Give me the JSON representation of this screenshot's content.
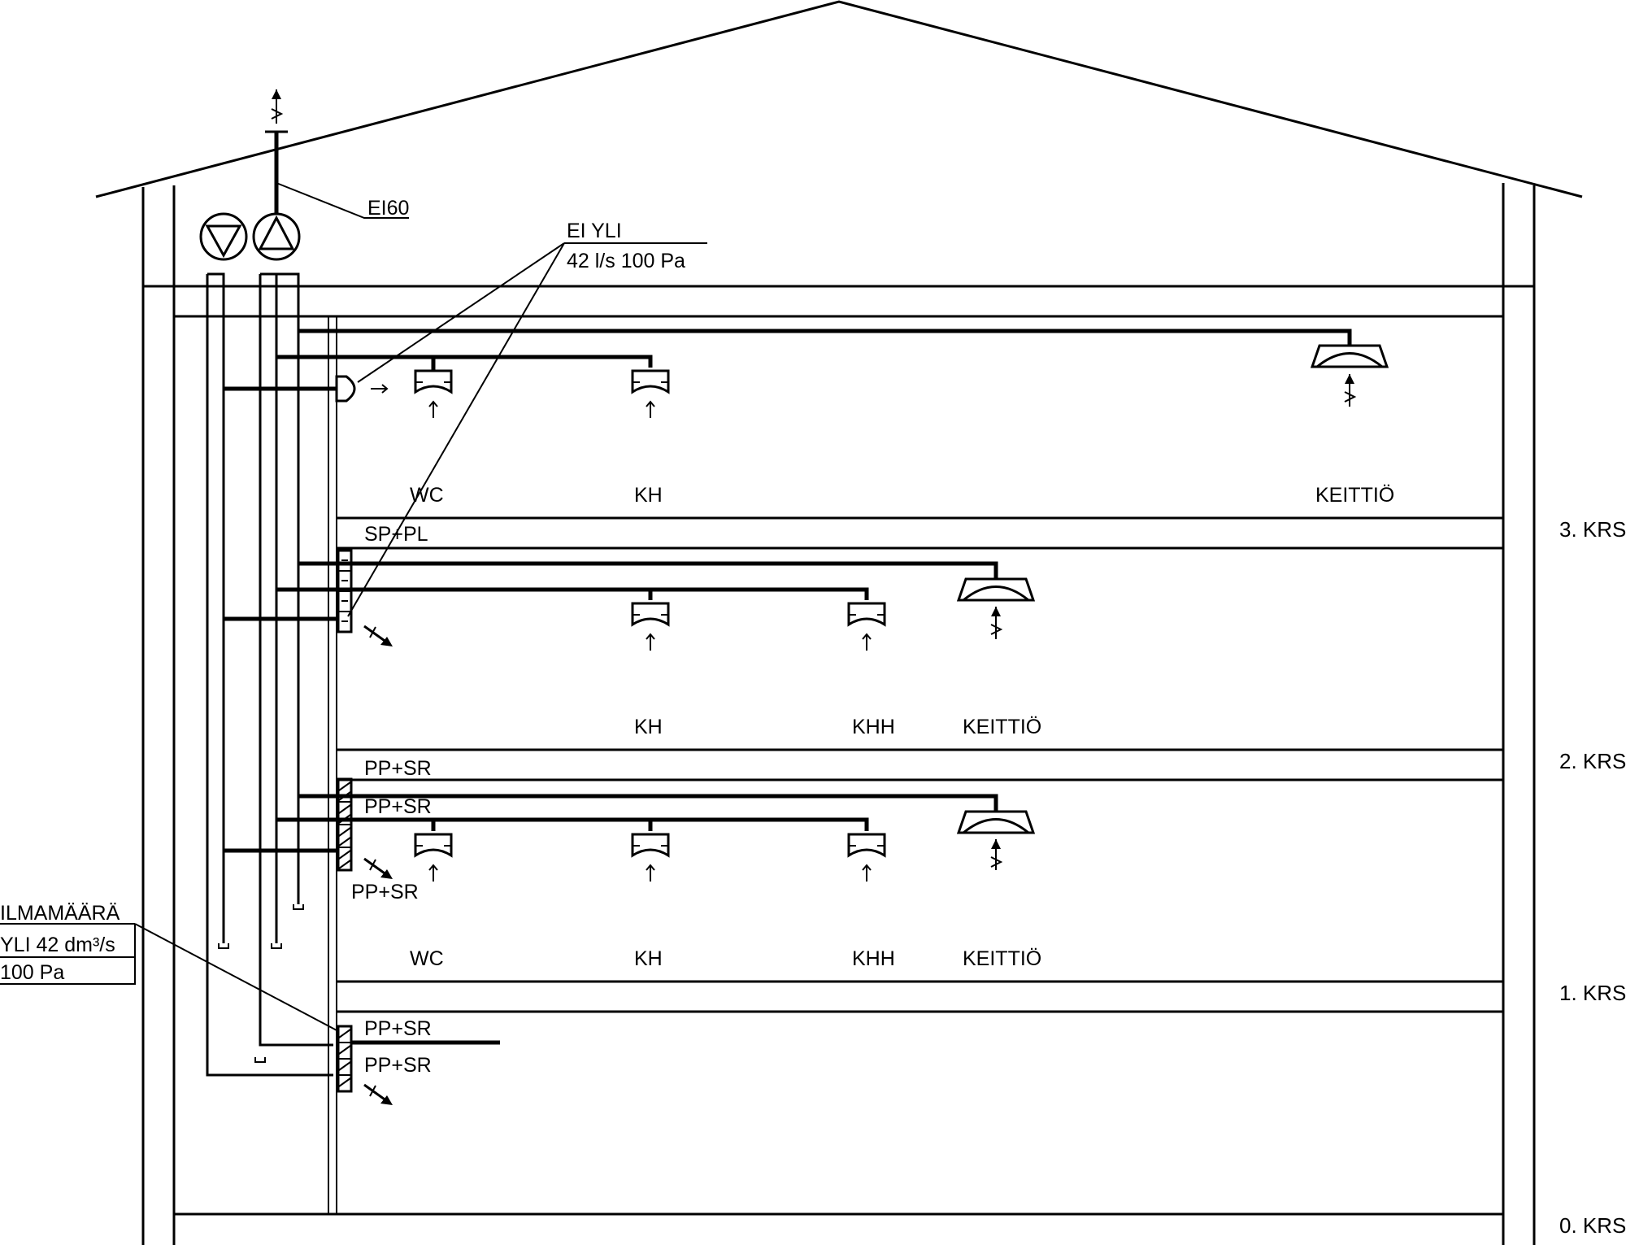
{
  "floors": {
    "f3": "3. KRS",
    "f2": "2. KRS",
    "f1": "1. KRS",
    "f0": "0. KRS"
  },
  "notes": {
    "ei60": "EI60",
    "ei_yli_1": "EI YLI",
    "ei_yli_2": "42 l/s 100 Pa",
    "ilma_1": "ILMAMÄÄRÄ",
    "ilma_2": "YLI 42 dm³/s",
    "ilma_3": "100 Pa"
  },
  "rooms": {
    "f3_wc": "WC",
    "f3_kh": "KH",
    "f3_keittio": "KEITTIÖ",
    "f2_kh": "KH",
    "f2_khh": "KHH",
    "f2_keittio": "KEITTIÖ",
    "f1_wc": "WC",
    "f1_kh": "KH",
    "f1_khh": "KHH",
    "f1_keittio": "KEITTIÖ"
  },
  "dampers": {
    "f3_sp_pl": "SP+PL",
    "f2_pp_sr_a": "PP+SR",
    "f2_pp_sr_b": "PP+SR",
    "f1_pp_sr": "PP+SR",
    "f0_pp_sr_a": "PP+SR",
    "f0_pp_sr_b": "PP+SR"
  }
}
